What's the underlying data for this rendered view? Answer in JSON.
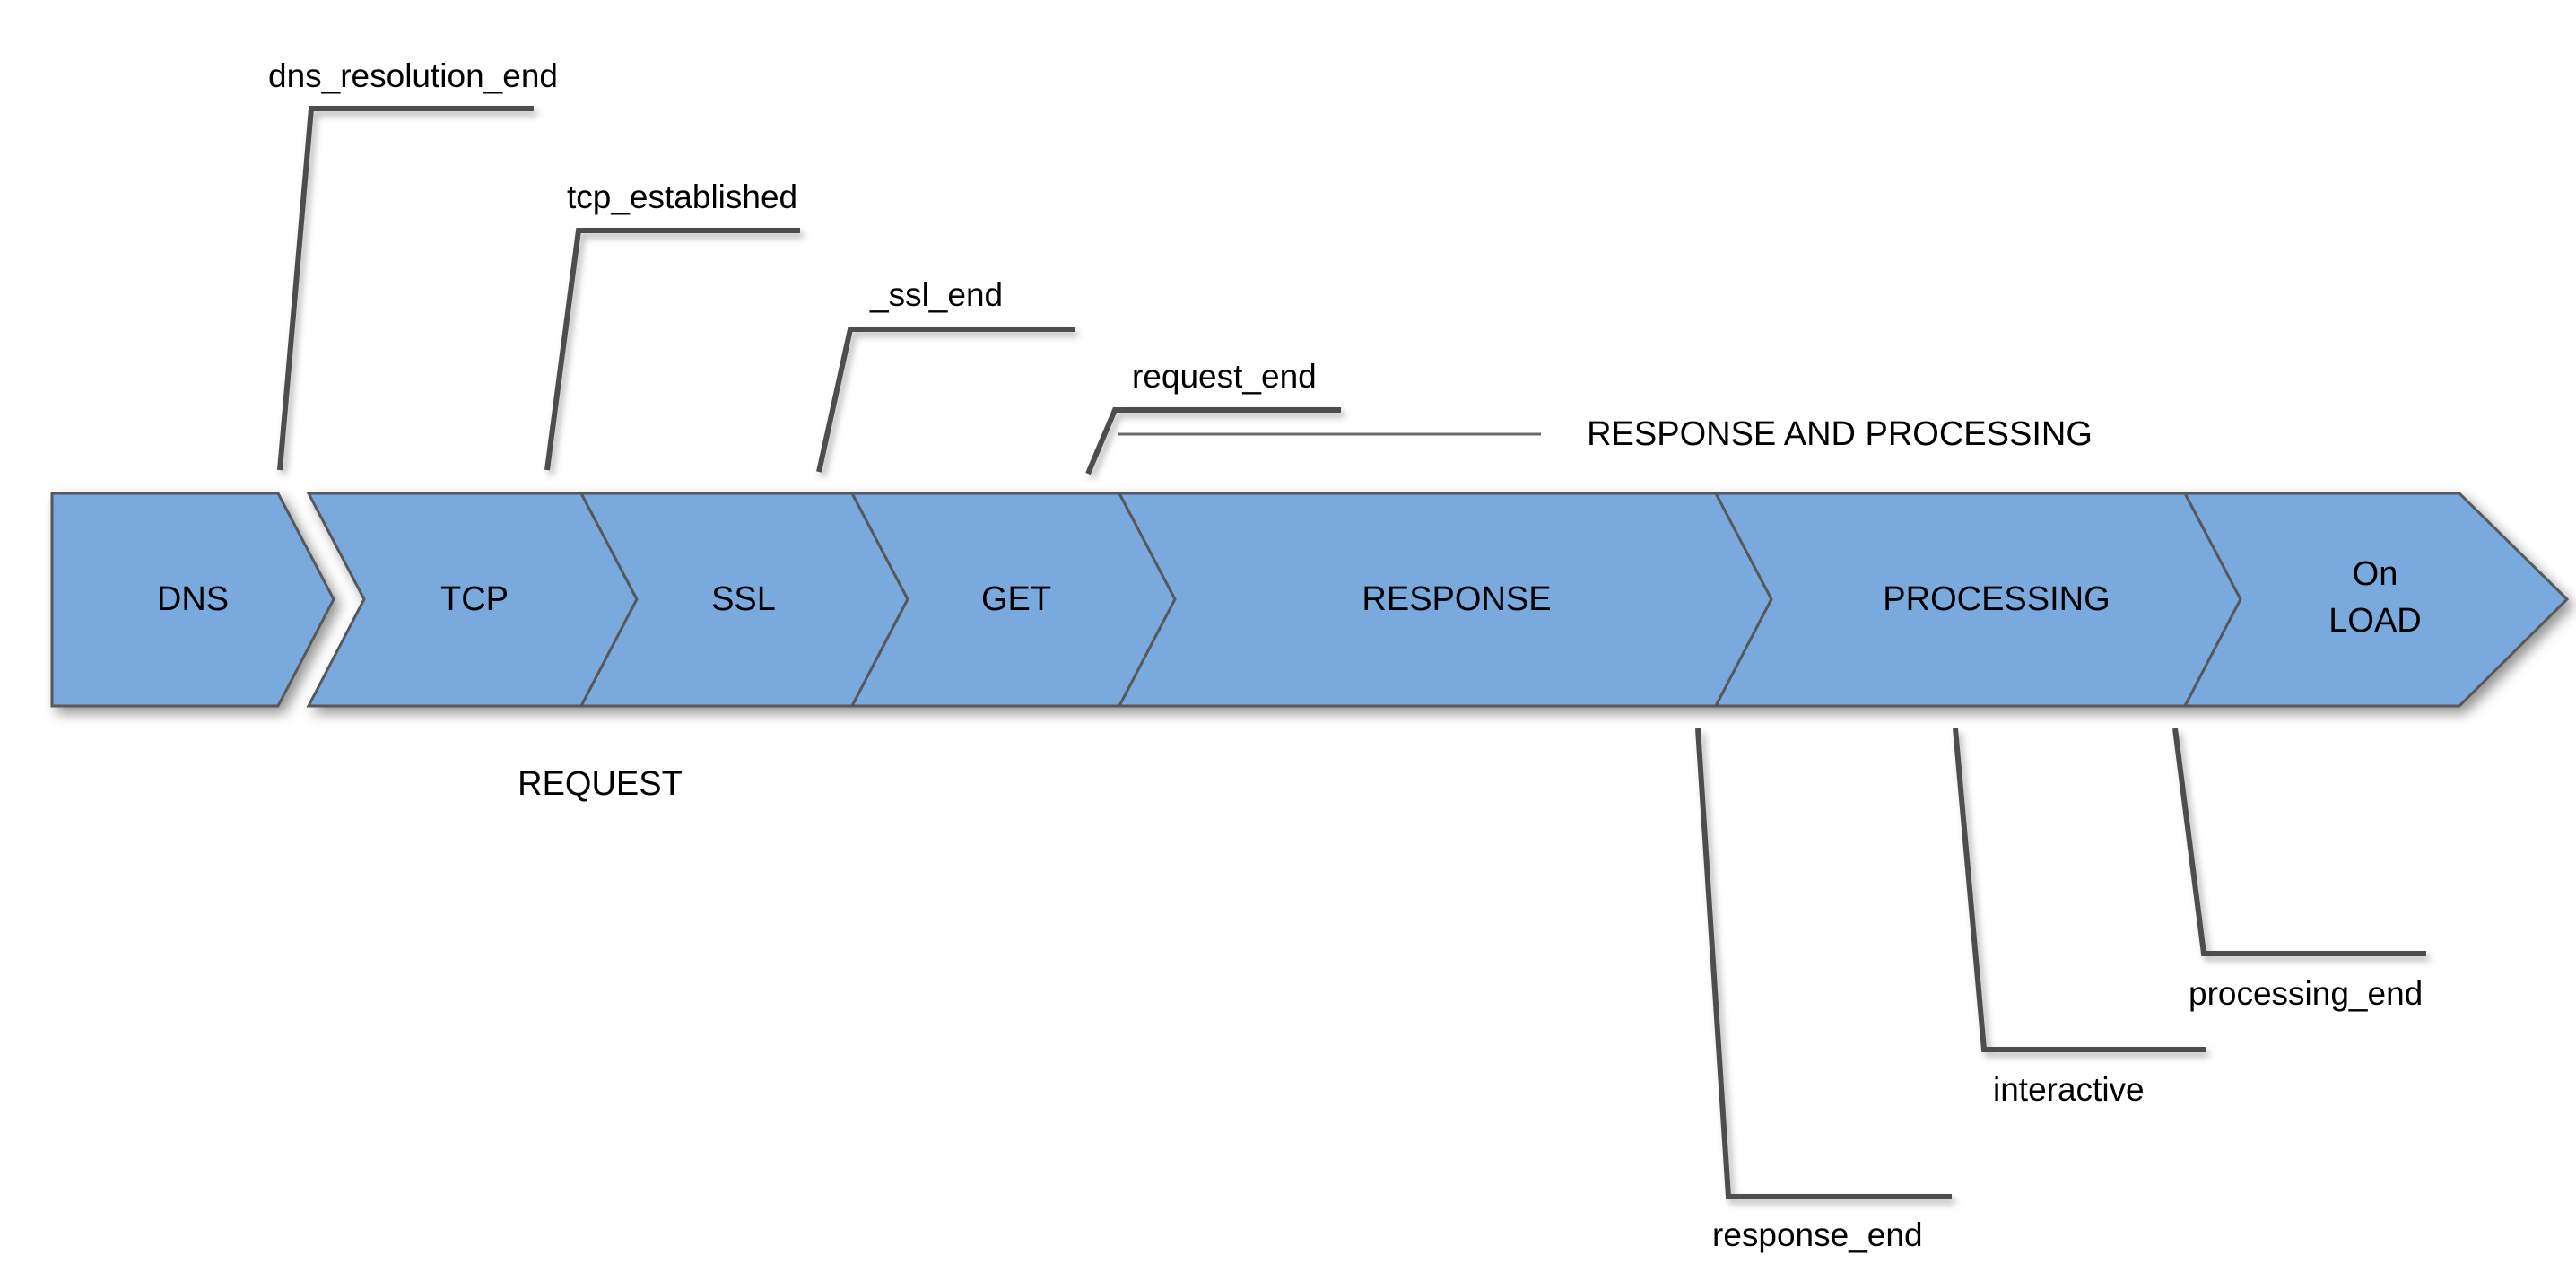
{
  "diagram": {
    "title": "Web page load timeline phases",
    "background_color": "#ffffff",
    "chevron_fill": "#7aa9dd",
    "chevron_stroke": "#58595b",
    "leader_color": "#4d4d4d"
  },
  "stages": [
    {
      "id": "dns",
      "label": "DNS"
    },
    {
      "id": "tcp",
      "label": "TCP"
    },
    {
      "id": "ssl",
      "label": "SSL"
    },
    {
      "id": "get",
      "label": "GET"
    },
    {
      "id": "response",
      "label": "RESPONSE"
    },
    {
      "id": "processing",
      "label": "PROCESSING"
    },
    {
      "id": "onload",
      "label_line1": "On",
      "label_line2": "LOAD"
    }
  ],
  "top_callouts": [
    {
      "id": "dns-resolution-end",
      "label": "dns_resolution_end"
    },
    {
      "id": "tcp-established",
      "label": "tcp_established"
    },
    {
      "id": "ssl-end",
      "label": "_ssl_end"
    },
    {
      "id": "request-end",
      "label": "request_end"
    }
  ],
  "bottom_callouts": [
    {
      "id": "response-end",
      "label": "response_end"
    },
    {
      "id": "interactive",
      "label": "interactive"
    },
    {
      "id": "processing-end",
      "label": "processing_end"
    }
  ],
  "group_brackets": [
    {
      "id": "request",
      "label": "REQUEST"
    },
    {
      "id": "response-and-processing",
      "label": "RESPONSE AND PROCESSING"
    }
  ]
}
